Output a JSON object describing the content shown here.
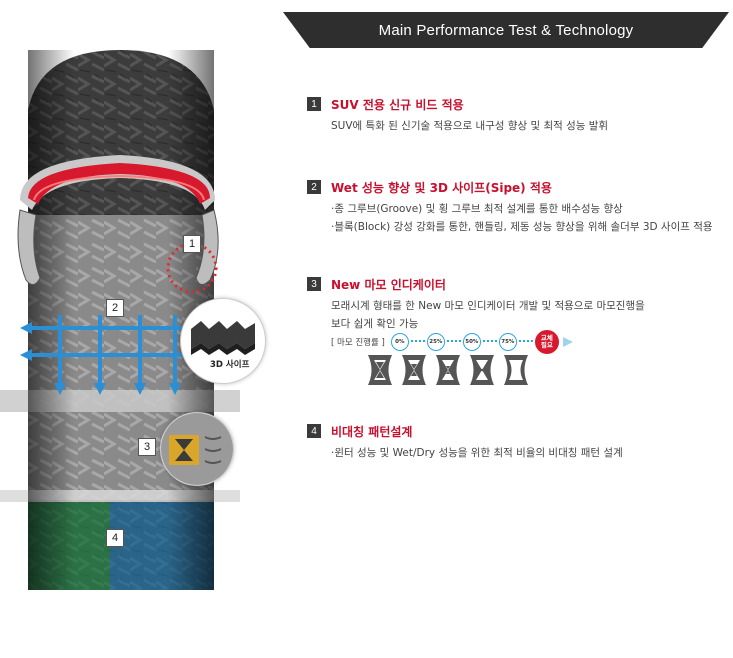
{
  "header": {
    "title": "Main Performance Test & Technology"
  },
  "features": [
    {
      "number": "1",
      "title": "SUV 전용 신규 비드 적용",
      "lines": [
        "SUV에 특화 된 신기술 적용으로 내구성 향상 및 최적 성능 발휘"
      ]
    },
    {
      "number": "2",
      "title": "Wet 성능 향상 및 3D 사이프(Sipe) 적용",
      "lines": [
        "·종 그루브(Groove) 및 횡 그루브 최적 설계를 통한 배수성능 향상",
        "·블록(Block) 강성 강화를 통한, 핸들링, 제동 성능 향상을 위해 솔더부 3D 사이프 적용"
      ]
    },
    {
      "number": "3",
      "title": "New 마모 인디케이터",
      "lines": [
        "모래시계 형태를 한 New 마모 인디케이터 개발 및 적용으로 마모진행을",
        "보다 쉽게 확인 가능"
      ]
    },
    {
      "number": "4",
      "title": "비대칭 패턴설계",
      "lines": [
        "·윈터 성능 및 Wet/Dry 성능을 위한 최적 비율의 비대칭 패턴 설계"
      ]
    }
  ],
  "wear_indicator": {
    "label": "[ 마모 진행률 ]",
    "stages": [
      "0%",
      "25%",
      "50%",
      "75%"
    ],
    "replace_label_line1": "교체",
    "replace_label_line2": "필요",
    "accent_color": "#29a8e0",
    "replace_color": "#d7192d"
  },
  "tire": {
    "labels": [
      "1",
      "2",
      "3",
      "4"
    ],
    "sipe_label": "3D 사이프",
    "bead_color": "#d7192d",
    "water_color": "#2b8fd6",
    "zone_green": "#1f9a4e",
    "zone_blue": "#1c84c6"
  }
}
